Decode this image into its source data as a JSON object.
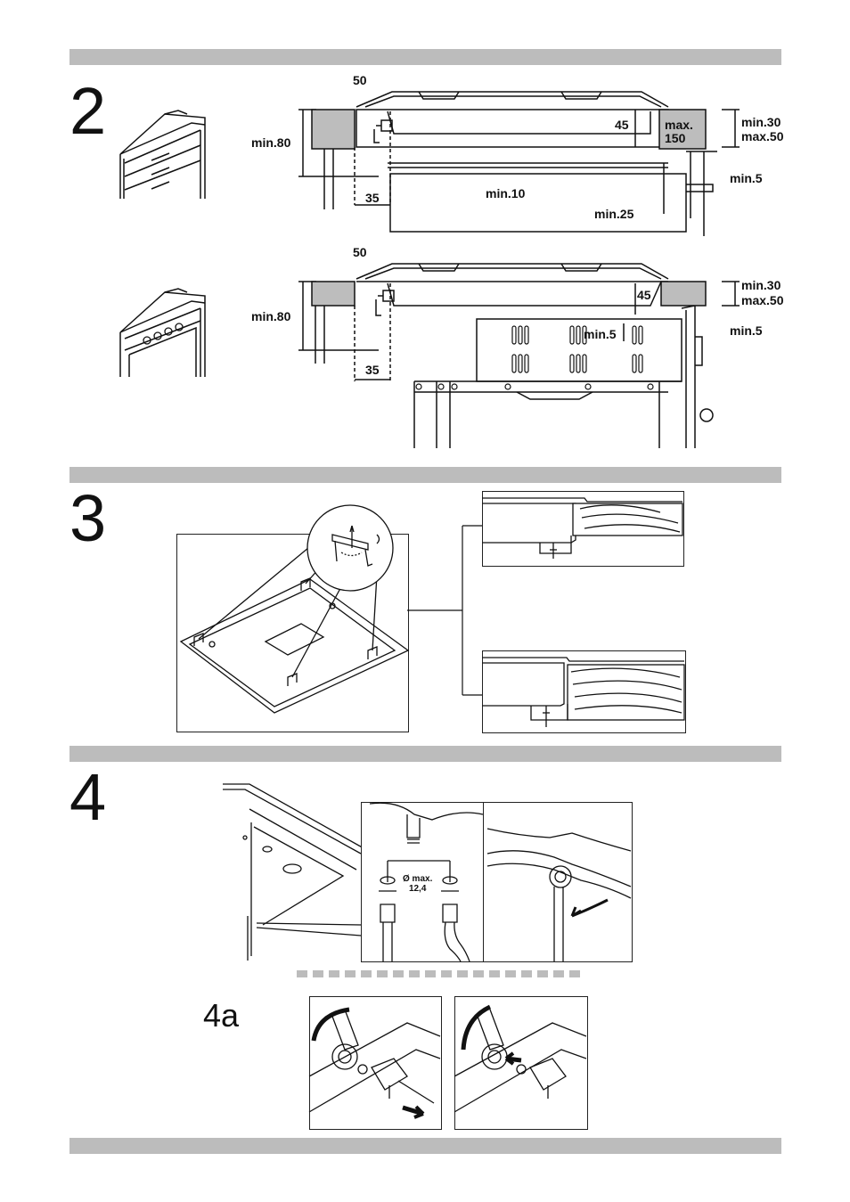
{
  "steps": {
    "s2": "2",
    "s3": "3",
    "s4": "4",
    "s4a": "4a"
  },
  "fig2a": {
    "d50": "50",
    "d45": "45",
    "max150_line1": "max.",
    "max150_line2": "150",
    "min80": "min.80",
    "min30": "min.30",
    "max50": "max.50",
    "min5": "min.5",
    "d35": "35",
    "min10": "min.10",
    "min25": "min.25"
  },
  "fig2b": {
    "d50": "50",
    "d45": "45",
    "min80": "min.80",
    "min30": "min.30",
    "max50": "max.50",
    "min5_right": "min.5",
    "min5_mid": "min.5",
    "d35": "35"
  },
  "fig4": {
    "dia_line1": "Ø max.",
    "dia_line2": "12,4"
  },
  "colors": {
    "bar": "#bcbcbc",
    "worktop_fill": "#bdbdbd",
    "line": "#111111"
  }
}
